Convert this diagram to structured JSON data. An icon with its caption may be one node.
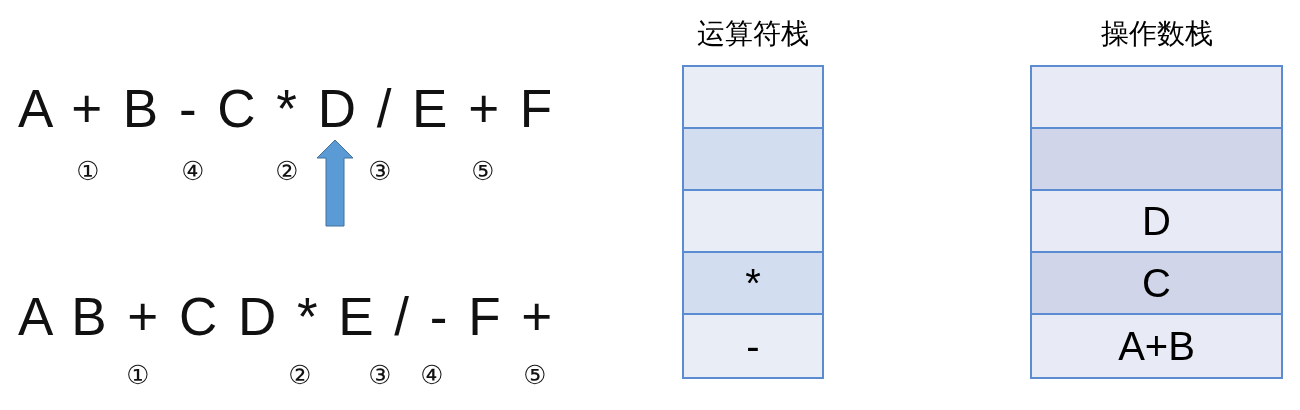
{
  "diagram": {
    "nodes": [
      {
        "text": [
          "运算符栈"
        ]
      },
      {
        "text": [],
        "shape": "box",
        "in": 0
      },
      {
        "text": [],
        "shape": "box",
        "in": 0
      },
      {
        "text": [],
        "shape": "box",
        "in": 0
      },
      {
        "text": [
          "*"
        ],
        "in": 0
      },
      {
        "text": [
          "-"
        ],
        "in": 0
      },
      {
        "text": [
          "操作数栈"
        ]
      },
      {
        "text": [],
        "shape": "box",
        "in": 6
      },
      {
        "text": [],
        "shape": "box",
        "in": 6
      },
      {
        "text": [
          "D"
        ],
        "in": 6
      },
      {
        "text": [
          "C"
        ],
        "in": 6
      },
      {
        "text": [
          "A+B"
        ],
        "in": 6
      }
    ],
    "edges": [],
    "labels": [
      "A + B - C * D / E + F",
      "①",
      "④",
      "②",
      "③",
      "⑤",
      "A B + C D * E / - F +",
      "①",
      "②",
      "③",
      "④",
      "⑤"
    ]
  }
}
